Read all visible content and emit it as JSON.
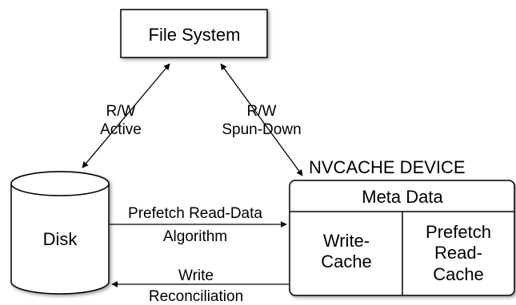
{
  "nodes": {
    "file_system": "File System",
    "disk": "Disk",
    "nvcache_title": "NVCACHE DEVICE",
    "meta_data": "Meta Data",
    "write_cache": [
      "Write-",
      "Cache"
    ],
    "prefetch_read_cache": [
      "Prefetch",
      "Read-",
      "Cache"
    ]
  },
  "edges": {
    "rw_active": [
      "R/W",
      "Active"
    ],
    "rw_spun_down": [
      "R/W",
      "Spun-Down"
    ],
    "prefetch_algorithm": [
      "Prefetch Read-Data",
      "Algorithm"
    ],
    "write_reconciliation": [
      "Write",
      "Reconciliation"
    ]
  }
}
